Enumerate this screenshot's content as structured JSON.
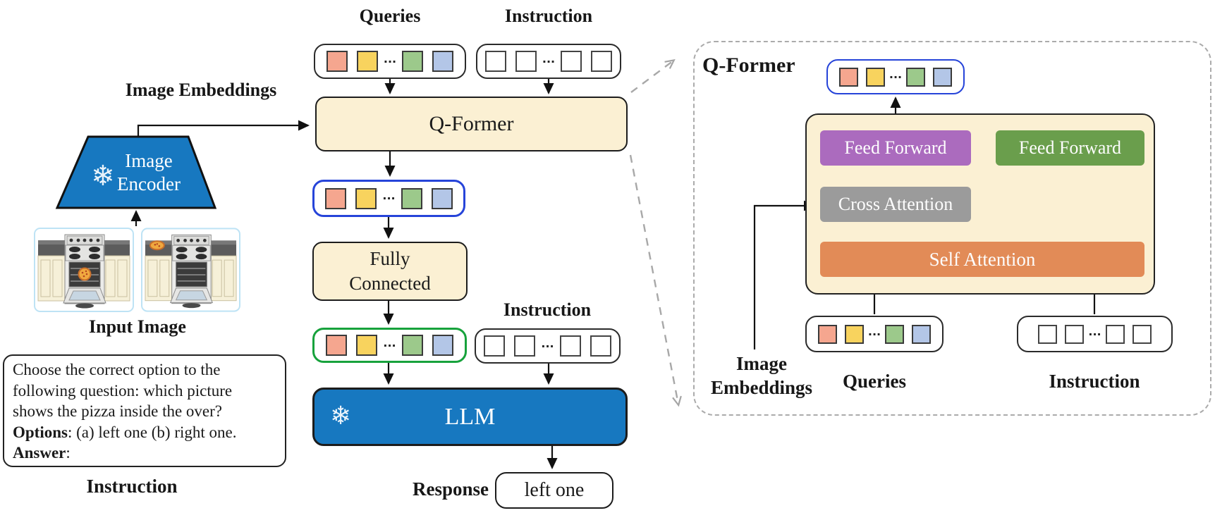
{
  "colors": {
    "cream": "#FBF0D3",
    "blue": "#1778C0",
    "blue_border": "#2644D9",
    "green_border": "#17A23C",
    "purple": "#AB6BBE",
    "green_ff": "#6A9E4C",
    "gray": "#9B9B9B",
    "orange": "#E28B57",
    "dash": "#ABABAB",
    "tok1": "#F5A68F",
    "tok2": "#F8D35E",
    "tok3": "#9CC98B",
    "tok4": "#B3C6E7"
  },
  "labels": {
    "queries_top": "Queries",
    "instruction_top": "Instruction",
    "image_embeddings": "Image Embeddings",
    "input_image": "Input Image",
    "instruction_caption": "Instruction",
    "instruction_mid": "Instruction",
    "response": "Response"
  },
  "encoder": {
    "line1": "Image",
    "line2": "Encoder",
    "frozen_icon": "❄"
  },
  "qformer_main": "Q-Former",
  "fully_connected": {
    "line1": "Fully",
    "line2": "Connected"
  },
  "llm": {
    "label": "LLM",
    "frozen_icon": "❄"
  },
  "response_value": "left one",
  "tokens": {
    "dots": "···"
  },
  "prompt": {
    "line1": "Choose the correct option to the",
    "line2": "following question: which picture",
    "line3": "shows the pizza inside the over?",
    "options_label": "Options",
    "options_rest": ": (a) left one (b) right one.",
    "answer_label": "Answer",
    "answer_rest": ":"
  },
  "panel": {
    "title": "Q-Former",
    "feed_forward_left": "Feed Forward",
    "feed_forward_right": "Feed Forward",
    "cross_attention": "Cross Attention",
    "self_attention": "Self Attention",
    "image_embeddings_line1": "Image",
    "image_embeddings_line2": "Embeddings",
    "queries": "Queries",
    "instruction": "Instruction"
  }
}
